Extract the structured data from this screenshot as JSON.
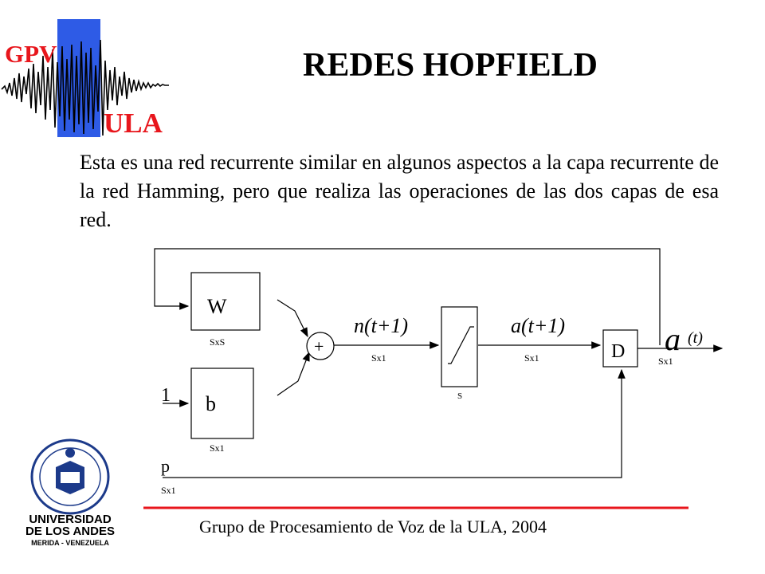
{
  "header": {
    "logo_top_text": "GPV",
    "logo_bottom_text": "ULA",
    "logo_icon": "waveform-icon",
    "brand_color": "#e8161c",
    "bar_color": "#2e5be6"
  },
  "slide": {
    "title": "REDES HOPFIELD",
    "paragraph": "Esta es una red recurrente similar en algunos aspectos a la capa recurrente de la red Hamming, pero que  realiza las operaciones de las dos capas de esa red."
  },
  "diagram": {
    "W": {
      "label": "W",
      "dim": "SxS"
    },
    "b": {
      "label": "b",
      "dim": "Sx1"
    },
    "sum": {
      "label": "+"
    },
    "n": {
      "label": "n(t+1)",
      "dim": "Sx1"
    },
    "transfer": {
      "label": "S",
      "icon": "linear-saturating-function-icon"
    },
    "a_next": {
      "label": "a(t+1)",
      "dim": "Sx1"
    },
    "D": {
      "label": "D"
    },
    "a_out": {
      "label": "a",
      "arg": "(t)",
      "dim": "Sx1"
    },
    "one": {
      "label": "1"
    },
    "p": {
      "label": "p",
      "dim": "Sx1"
    }
  },
  "footer": {
    "university_logo": "university-crest-icon",
    "university_name_line1": "UNIVERSIDAD",
    "university_name_line2": "DE LOS ANDES",
    "university_name_line3": "MERIDA - VENEZUELA",
    "caption": "Grupo de Procesamiento de Voz de la ULA, 2004",
    "line_color": "#e8161c"
  }
}
